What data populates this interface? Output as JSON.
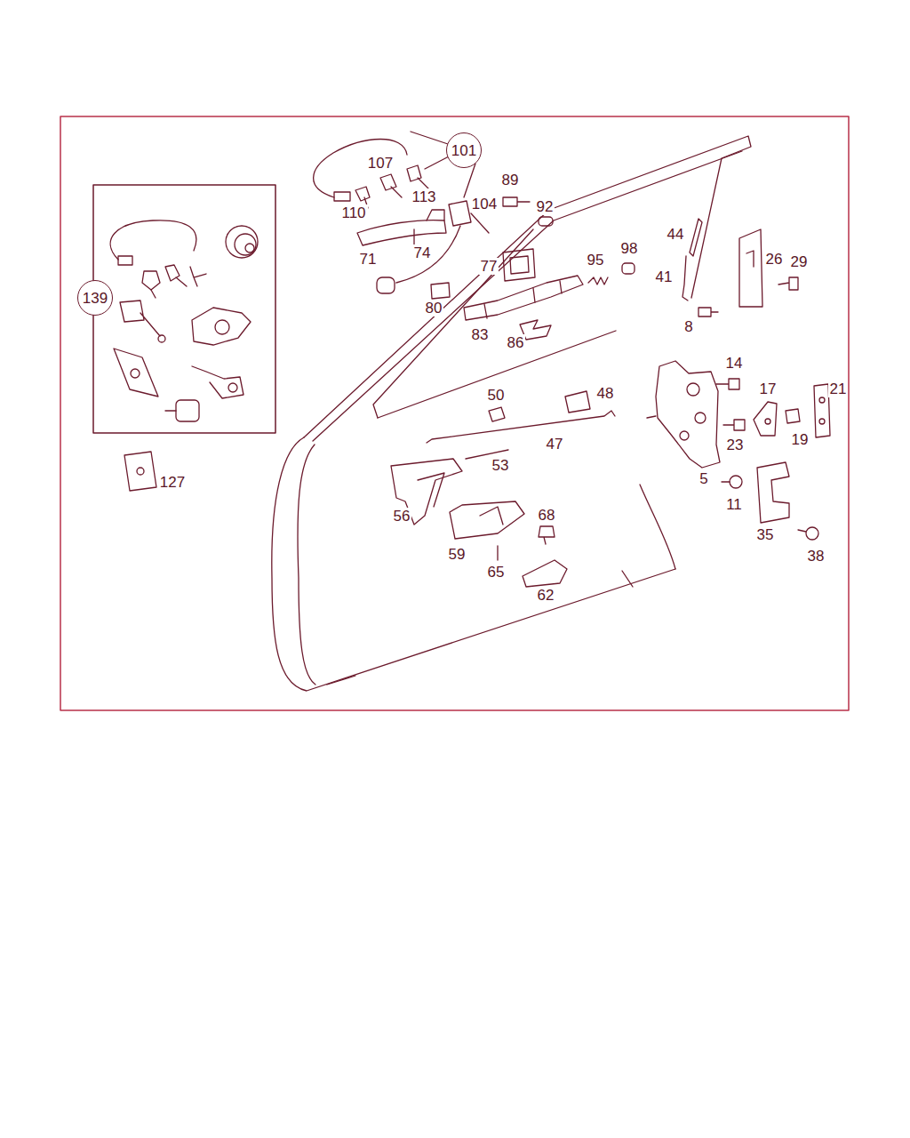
{
  "diagram": {
    "nodes": [
      {
        "text": [
          "101"
        ]
      },
      {
        "text": [
          "139"
        ]
      }
    ],
    "labels": [
      "107",
      "89",
      "113",
      "110",
      "104",
      "92",
      "44",
      "71",
      "74",
      "95",
      "98",
      "26",
      "29",
      "77",
      "41",
      "80",
      "83",
      "8",
      "86",
      "14",
      "17",
      "21",
      "50",
      "48",
      "47",
      "23",
      "19",
      "53",
      "127",
      "5",
      "56",
      "11",
      "68",
      "35",
      "59",
      "38",
      "65",
      "62"
    ]
  }
}
